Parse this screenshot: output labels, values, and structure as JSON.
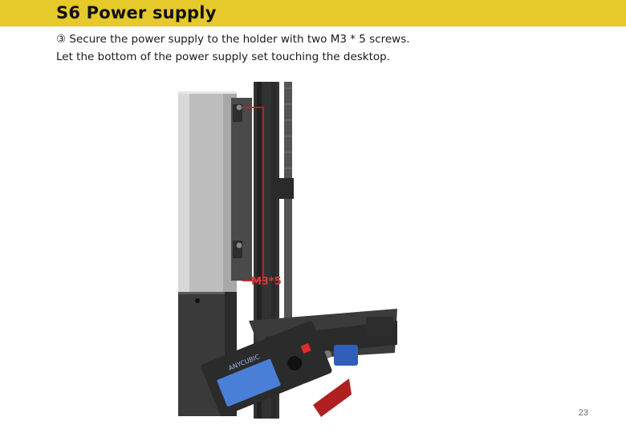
{
  "header": {
    "title": "S6   Power supply",
    "bg_color": "#e6c92a"
  },
  "instructions": {
    "step": "③ Secure the power supply to the holder with two M3 * 5 screws.",
    "note": "Let the bottom of the power supply set touching the desktop."
  },
  "figure": {
    "screw_label": "M3*5",
    "brand_label": "ANYCUBIC",
    "callout_color": "#c8202a"
  },
  "footer": {
    "page_number": "23"
  }
}
